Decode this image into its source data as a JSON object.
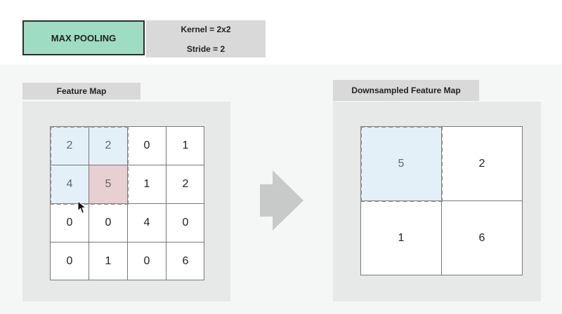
{
  "header": {
    "title": "MAX POOLING",
    "kernel": "Kernel = 2x2",
    "stride": "Stride = 2"
  },
  "feature_map": {
    "label": "Feature Map",
    "rows": [
      [
        "2",
        "2",
        "0",
        "1"
      ],
      [
        "4",
        "5",
        "1",
        "2"
      ],
      [
        "0",
        "0",
        "4",
        "0"
      ],
      [
        "0",
        "1",
        "0",
        "6"
      ]
    ]
  },
  "downsampled": {
    "label": "Downsampled Feature Map",
    "rows": [
      [
        "5",
        "2"
      ],
      [
        "1",
        "6"
      ]
    ]
  },
  "icons": {
    "arrow": "right-arrow-icon",
    "cursor": "mouse-pointer-icon"
  },
  "colors": {
    "title_fill": "#9fdcc4",
    "highlight_window": "#e3f0f8",
    "highlight_max": "#e8cfd1"
  }
}
